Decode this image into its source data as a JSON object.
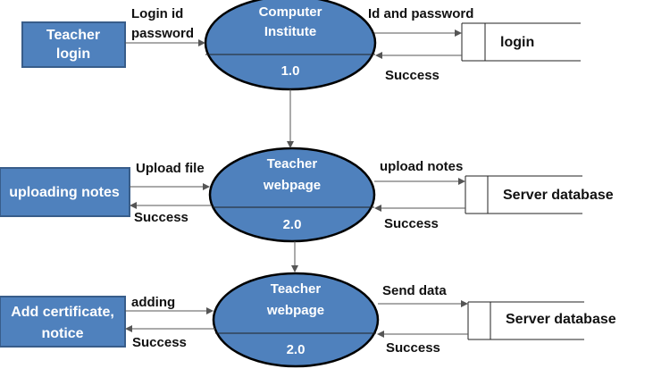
{
  "entities": {
    "teacher_login": [
      "Teacher",
      "login"
    ],
    "uploading_notes": [
      "uploading notes"
    ],
    "add_certificate": [
      "Add certificate,",
      "notice"
    ]
  },
  "processes": {
    "p1": {
      "name": [
        "Computer",
        "Institute"
      ],
      "number": "1.0"
    },
    "p2": {
      "name": [
        "Teacher",
        "webpage"
      ],
      "number": "2.0"
    },
    "p3": {
      "name": [
        "Teacher",
        "webpage"
      ],
      "number": "2.0"
    }
  },
  "stores": {
    "s1": "login",
    "s2": "Server database",
    "s3": "Server database"
  },
  "flows": {
    "f1": [
      "Login id",
      "password"
    ],
    "f2": "Id and password",
    "f3": "Success",
    "f4": "Upload file",
    "f5": "Success",
    "f6": "upload notes",
    "f7": "Success",
    "f8": "adding",
    "f9": "Success",
    "f10": "Send data",
    "f11": "Success"
  },
  "colors": {
    "entity_fill": "#4f81bd",
    "process_fill": "#4f81bd",
    "outline": "#000000"
  }
}
